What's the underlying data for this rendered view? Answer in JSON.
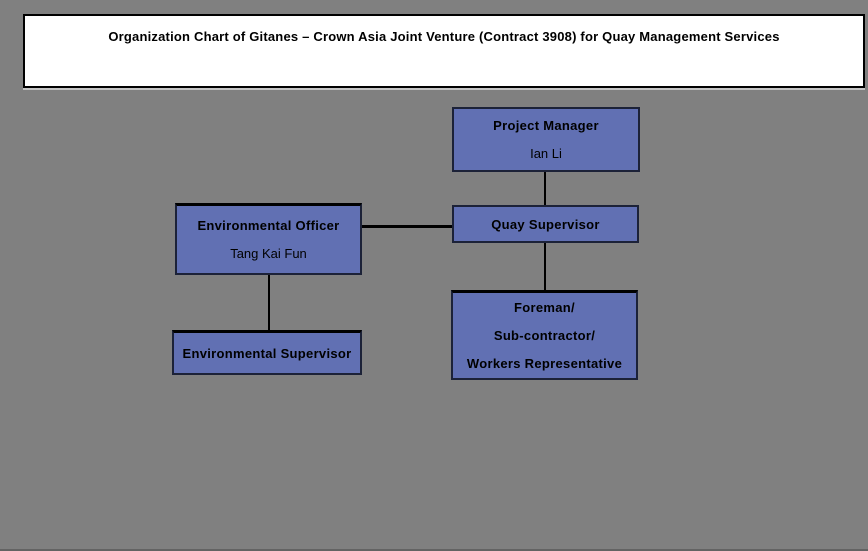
{
  "title": {
    "text": "Organization Chart of Gitanes – Crown Asia Joint Venture (Contract 3908) for Quay Management Services"
  },
  "nodes": {
    "project_manager": {
      "role": "Project Manager",
      "person": "Ian Li"
    },
    "quay_supervisor": {
      "role": "Quay Supervisor"
    },
    "environmental_officer": {
      "role": "Environmental Officer",
      "person": "Tang Kai Fun"
    },
    "environmental_supervisor": {
      "role": "Environmental Supervisor"
    },
    "foreman": {
      "line1": "Foreman/",
      "line2": "Sub-contractor/",
      "line3": "Workers Representative"
    }
  },
  "edges": [
    {
      "from": "Project Manager",
      "to": "Quay Supervisor",
      "type": "vertical"
    },
    {
      "from": "Quay Supervisor",
      "to": "Foreman/Sub-contractor/Workers Representative",
      "type": "vertical"
    },
    {
      "from": "Environmental Officer",
      "to": "Quay Supervisor",
      "type": "horizontal"
    },
    {
      "from": "Environmental Officer",
      "to": "Environmental Supervisor",
      "type": "vertical"
    }
  ],
  "colors": {
    "background": "#808080",
    "box_fill": "#6170b3",
    "box_border": "#1c2238",
    "connector": "#000000",
    "title_box_fill": "#ffffff",
    "title_box_border": "#000000",
    "text": "#000000"
  }
}
